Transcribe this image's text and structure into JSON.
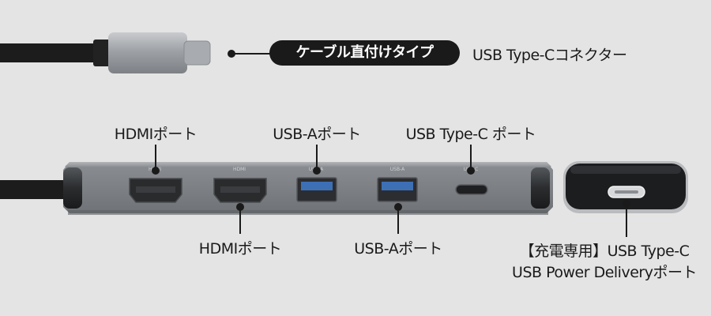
{
  "top_section": {
    "badge": "ケーブル直付けタイプ",
    "connector_label": "USB Type-Cコネクター"
  },
  "hub_section": {
    "callouts": {
      "hdmi_top": "HDMIポート",
      "usba_top": "USB-Aポート",
      "usbc_top": "USB Type-C ポート",
      "hdmi_bottom": "HDMIポート",
      "usba_bottom": "USB-Aポート"
    },
    "port_labels": [
      "HDMI",
      "HDMI",
      "USB-A",
      "USB-A",
      "USB-C"
    ],
    "pd_label_line1": "【充電専用】USB Type-C",
    "pd_label_line2": "USB Power Deliveryポート"
  },
  "colors": {
    "background": "#e4e4e4",
    "hub_body": "#8e9195",
    "usb_a_tongue": "#3d6fb5",
    "badge_bg": "#1a1a1a"
  }
}
